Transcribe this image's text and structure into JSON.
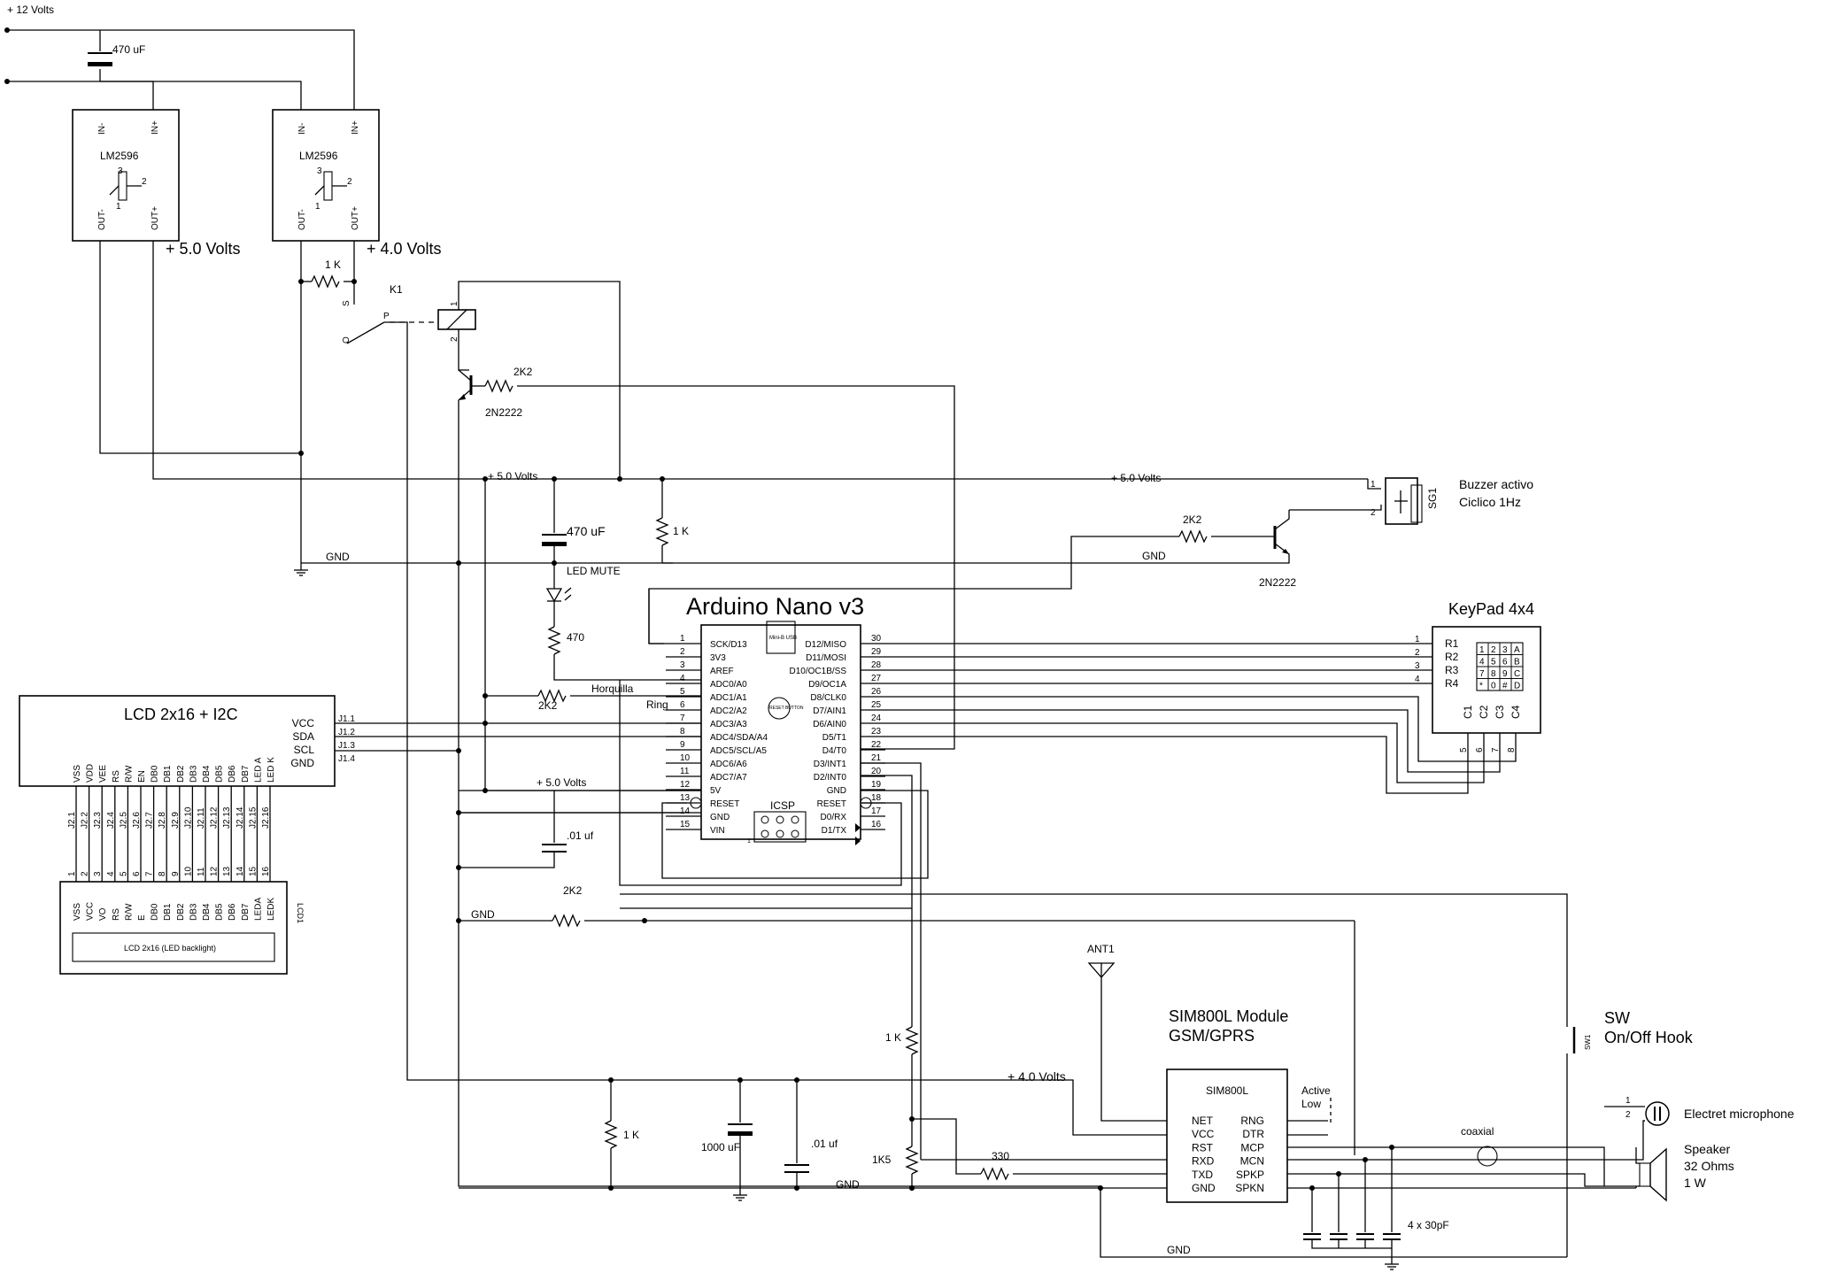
{
  "supplies": {
    "v12": "+ 12 Volts",
    "cap_input": "470 uF",
    "reg1_name": "LM2596",
    "reg2_name": "LM2596",
    "pin_in_minus": "IN-",
    "pin_in_plus": "IN+",
    "pin_out_minus": "OUT-",
    "pin_out_plus": "OUT+",
    "pot_pin1": "1",
    "pot_pin2": "2",
    "pot_pin3": "3",
    "v5_big": "+ 5.0 Volts",
    "v4_big": "+ 4.0 Volts",
    "v5_small": "+ 5.0 Volts",
    "v4_small": "+ 4.0 Volts"
  },
  "relay": {
    "res_1k": "1 K",
    "name": "K1",
    "pin_s": "S",
    "pin_o": "O",
    "pin_p": "P",
    "coil_pin1": "1",
    "coil_pin2": "2",
    "base_res": "2K2",
    "transistor": "2N2222"
  },
  "mid": {
    "cap": "470 uF",
    "res_1k": "1 K",
    "gnd": "GND",
    "led_mute": "LED MUTE",
    "led_res": "470",
    "horquilla": "Horquilla",
    "ring": "Ring",
    "res_2k2": "2K2",
    "cap_01": ".01 uf",
    "gnd2": "GND",
    "res_2k2b": "2K2"
  },
  "buzzer": {
    "rail": "+ 5.0 Volts",
    "gnd": "GND",
    "base_res": "2K2",
    "transistor": "2N2222",
    "ref": "SG1",
    "title1": "Buzzer activo",
    "title2": "Ciclico 1Hz",
    "pin1": "1",
    "pin2": "2"
  },
  "arduino": {
    "title": "Arduino Nano v3",
    "usb_label": "Mini-B USB",
    "reset_button": "RESET BUTTON",
    "icsp": "ICSP",
    "icsp_pin1": "1",
    "left_pins": [
      {
        "num": "1",
        "name": "SCK/D13"
      },
      {
        "num": "2",
        "name": "3V3"
      },
      {
        "num": "3",
        "name": "AREF"
      },
      {
        "num": "4",
        "name": "ADC0/A0"
      },
      {
        "num": "5",
        "name": "ADC1/A1"
      },
      {
        "num": "6",
        "name": "ADC2/A2"
      },
      {
        "num": "7",
        "name": "ADC3/A3"
      },
      {
        "num": "8",
        "name": "ADC4/SDA/A4"
      },
      {
        "num": "9",
        "name": "ADC5/SCL/A5"
      },
      {
        "num": "10",
        "name": "ADC6/A6"
      },
      {
        "num": "11",
        "name": "ADC7/A7"
      },
      {
        "num": "12",
        "name": "5V"
      },
      {
        "num": "13",
        "name": "RESET"
      },
      {
        "num": "14",
        "name": "GND"
      },
      {
        "num": "15",
        "name": "VIN"
      }
    ],
    "right_pins": [
      {
        "num": "30",
        "name": "D12/MISO"
      },
      {
        "num": "29",
        "name": "D11/MOSI"
      },
      {
        "num": "28",
        "name": "D10/OC1B/SS"
      },
      {
        "num": "27",
        "name": "D9/OC1A"
      },
      {
        "num": "26",
        "name": "D8/CLK0"
      },
      {
        "num": "25",
        "name": "D7/AIN1"
      },
      {
        "num": "24",
        "name": "D6/AIN0"
      },
      {
        "num": "23",
        "name": "D5/T1"
      },
      {
        "num": "22",
        "name": "D4/T0"
      },
      {
        "num": "21",
        "name": "D3/INT1"
      },
      {
        "num": "20",
        "name": "D2/INT0"
      },
      {
        "num": "19",
        "name": "GND"
      },
      {
        "num": "18",
        "name": "RESET"
      },
      {
        "num": "17",
        "name": "D0/RX"
      },
      {
        "num": "16",
        "name": "D1/TX"
      }
    ]
  },
  "keypad": {
    "title": "KeyPad 4x4",
    "rows": [
      "R1",
      "R2",
      "R3",
      "R4"
    ],
    "row_pins": [
      "1",
      "2",
      "3",
      "4"
    ],
    "cols": [
      "C1",
      "C2",
      "C3",
      "C4"
    ],
    "col_pins": [
      "5",
      "6",
      "7",
      "8"
    ],
    "keys": [
      "1",
      "2",
      "3",
      "A",
      "4",
      "5",
      "6",
      "B",
      "7",
      "8",
      "9",
      "C",
      "*",
      "0",
      "#",
      "D"
    ]
  },
  "lcd_i2c": {
    "title": "LCD 2x16 + I2C",
    "side_pins": [
      "VCC",
      "SDA",
      "SCL",
      "GND"
    ],
    "j1": [
      "J1.1",
      "J1.2",
      "J1.3",
      "J1.4"
    ],
    "bottom_pins": [
      "VSS",
      "VDD",
      "VEE",
      "RS",
      "R/W",
      "EN",
      "DB0",
      "DB1",
      "DB2",
      "DB3",
      "DB4",
      "DB5",
      "DB6",
      "DB7",
      "LED A",
      "LED K"
    ],
    "j2": [
      "J2.1",
      "J2.2",
      "J2.3",
      "J2.4",
      "J2.5",
      "J2.6",
      "J2.7",
      "J2.8",
      "J2.9",
      "J2.10",
      "J2.11",
      "J2.12",
      "J2.13",
      "J2.14",
      "J2.15",
      "J2.16"
    ]
  },
  "lcd1": {
    "ref": "LCD1",
    "pins": [
      "VSS",
      "VCC",
      "VO",
      "RS",
      "R/W",
      "E",
      "DB0",
      "DB1",
      "DB2",
      "DB3",
      "DB4",
      "DB5",
      "DB6",
      "DB7",
      "LEDA",
      "LEDK"
    ],
    "nums": [
      "1",
      "2",
      "3",
      "4",
      "5",
      "6",
      "7",
      "8",
      "9",
      "10",
      "11",
      "12",
      "13",
      "14",
      "15",
      "16"
    ],
    "inner": "LCD 2x16 (LED backlight)"
  },
  "sim": {
    "title1": "SIM800L Module",
    "title2": "GSM/GPRS",
    "chip": "SIM800L",
    "left_pins": [
      "NET",
      "VCC",
      "RST",
      "RXD",
      "TXD",
      "GND"
    ],
    "right_pins": [
      "RNG",
      "DTR",
      "MCP",
      "MCN",
      "SPKP",
      "SPKN"
    ],
    "active_low1": "Active",
    "active_low2": "Low",
    "antenna": "ANT1",
    "coaxial": "coaxial",
    "caps": "4 x 30pF"
  },
  "lower": {
    "res_1k_a": "1 K",
    "res_1k5": "1K5",
    "res_330": "330",
    "res_1k_b": "1 K",
    "cap_1000": "1000 uF",
    "cap_01": ".01 uf",
    "gnd": "GND",
    "gnd_bottom": "GND"
  },
  "switch": {
    "ref": "SW1",
    "title1": "SW",
    "title2": "On/Off Hook"
  },
  "mic": {
    "label": "Electret microphone",
    "pin1": "1",
    "pin2": "2"
  },
  "speaker": {
    "label1": "Speaker",
    "label2": "32 Ohms",
    "label3": "1 W"
  }
}
